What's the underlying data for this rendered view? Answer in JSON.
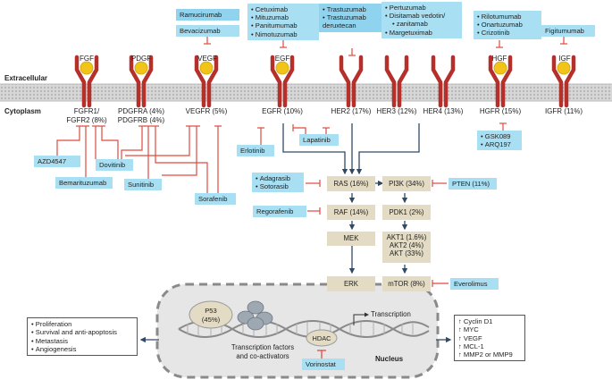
{
  "compartments": {
    "extracellular": "Extracellular",
    "cytoplasm": "Cytoplasm",
    "nucleus": "Nucleus"
  },
  "receptors": {
    "fgf": {
      "ligand": "FGF",
      "receptor_l1": "FGFR1/",
      "receptor_l2": "FGFR2 (8%)"
    },
    "pdgf": {
      "ligand": "PDGF",
      "receptor_l1": "PDGFRA (4%)",
      "receptor_l2": "PDGFRB (4%)"
    },
    "vegf": {
      "ligand": "VEGF",
      "receptor": "VEGFR (5%)"
    },
    "egf": {
      "ligand": "EGF",
      "receptor": "EGFR (10%)"
    },
    "her2": {
      "receptor": "HER2 (17%)"
    },
    "her3": {
      "receptor": "HER3 (12%)"
    },
    "her4": {
      "receptor": "HER4 (13%)"
    },
    "hgf": {
      "ligand": "HGF",
      "receptor": "HGFR (15%)"
    },
    "igf": {
      "ligand": "IGF",
      "receptor": "IGFR (11%)"
    }
  },
  "drugs": {
    "ramucirumab": "Ramucirumab",
    "bevacizumab": "Bevacizumab",
    "egfr_antibodies": [
      "Cetuximab",
      "Mituzumab",
      "Panitumumab",
      "Nimotuzumab"
    ],
    "her2_dark": [
      "Trastuzumab",
      "Trastuzumab deruxtecan"
    ],
    "her2_light": [
      "Pertuzumab",
      "Disitamab vedotin/",
      "zanitamab",
      "Margetuximab"
    ],
    "hgf_antibodies": [
      "Rilotumumab",
      "Onartuzumab",
      "Crizotinib"
    ],
    "figitumumab": "Figitumumab",
    "azd4547": "AZD4547",
    "dovitinib": "Dovitinib",
    "bemarituzumab": "Bemarituzumab",
    "sunitinib": "Sunitinib",
    "sorafenib": "Sorafenib",
    "erlotinib": "Erlotinib",
    "lapatinib": "Lapatinib",
    "hgfr_inhibitors": [
      "GSK089",
      "ARQ197"
    ],
    "kras_inhibitors": [
      "Adagrasib",
      "Sotorasib"
    ],
    "regorafenib": "Regorafenib",
    "pten": "PTEN (11%)",
    "everolimus": "Everolimus",
    "vorinostat": "Vorinostat"
  },
  "nodes": {
    "ras": "RAS (16%)",
    "raf": "RAF (14%)",
    "mek": "MEK",
    "erk": "ERK",
    "pi3k": "PI3K (34%)",
    "pdk1": "PDK1 (2%)",
    "akt": [
      "AKT1 (1.6%)",
      "AKT2 (4%)",
      "AKT (33%)"
    ],
    "mtor": "mTOR (8%)"
  },
  "nucleus": {
    "p53": [
      "P53",
      "(45%)"
    ],
    "tf_label": [
      "Transcription factors",
      "and co-activators"
    ],
    "hdac": "HDAC",
    "transcription": "Transcription"
  },
  "outcomes_left": [
    "Proliferation",
    "Survival and anti-apoptosis",
    "Metastasis",
    "Angiogenesis"
  ],
  "outcomes_right": [
    "↑ Cyclin D1",
    "↑ MYC",
    "↑ VEGF",
    "↑ MCL-1",
    "↑ MMP2 or MMP9"
  ],
  "colors": {
    "receptor": "#b5302b",
    "ligand": "#f0c419",
    "drug_box": "#a9dff2",
    "node": "#e3dbc3",
    "inhibit": "#e04a3f",
    "arrow": "#2f4a66"
  }
}
